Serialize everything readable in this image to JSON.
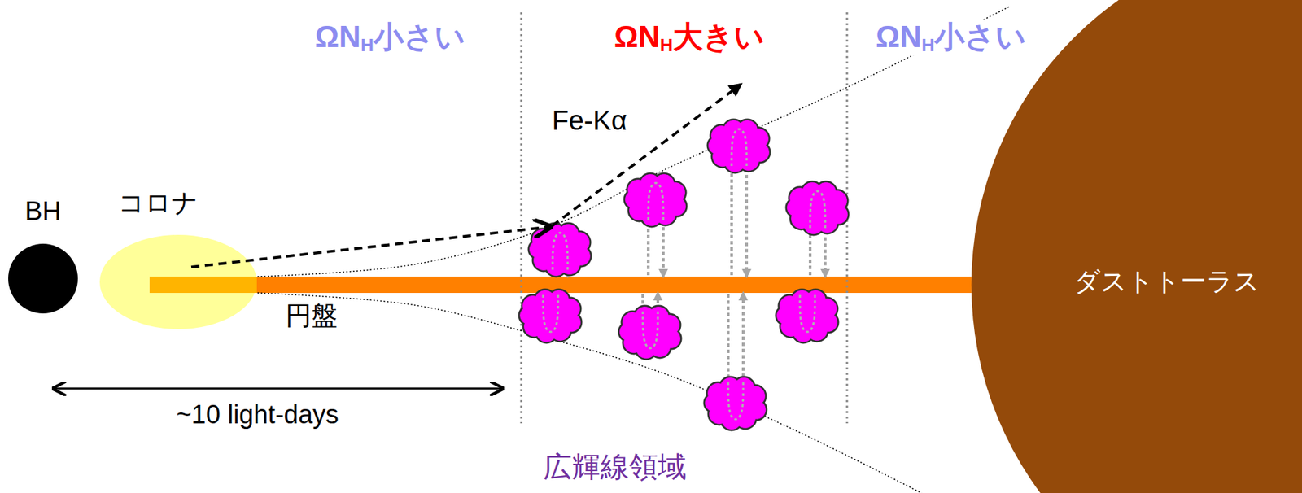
{
  "diagram": {
    "nodes": [
      {
        "text": [
          "BH"
        ]
      },
      {
        "text": [
          "コロナ"
        ]
      },
      {
        "text": [
          "円盤"
        ]
      },
      {
        "text": [
          "ダストトーラス"
        ]
      }
    ],
    "labels": [
      "ΩNH小さい",
      "ΩNH大きい",
      "ΩNH小さい",
      "Fe-Kα",
      "~10 light-days",
      "広輝線領域"
    ]
  }
}
